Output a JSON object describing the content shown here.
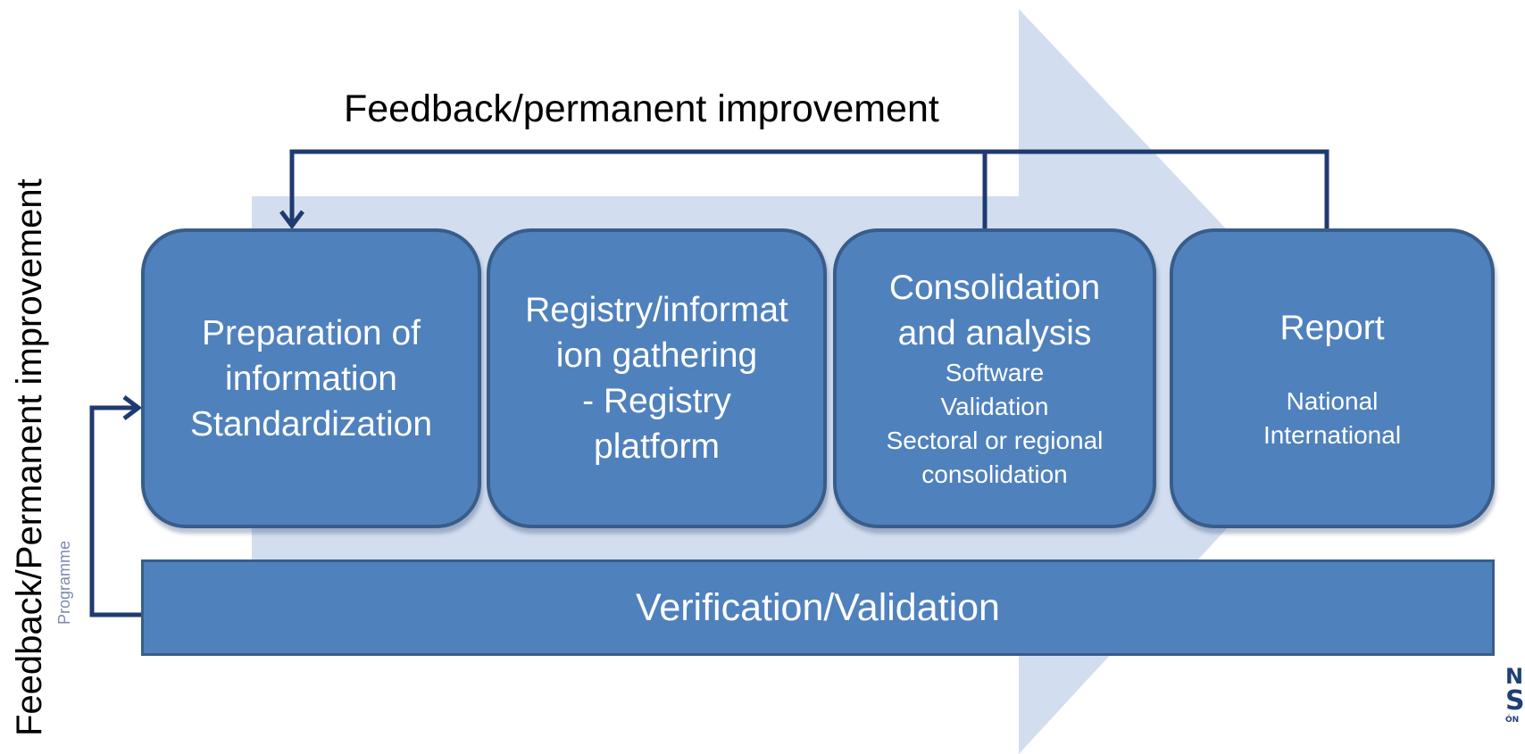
{
  "top_feedback_label": "Feedback/permanent improvement",
  "side_feedback_label": "Feedback/Permanent improvement",
  "side_feedback_ghost": "Programme",
  "boxes": [
    {
      "title_lines": [
        "Preparation of",
        "information",
        "Standardization"
      ],
      "detail_lines": []
    },
    {
      "title_lines": [
        "Registry/informat",
        "ion gathering",
        "- Registry",
        "platform"
      ],
      "detail_lines": []
    },
    {
      "title_lines": [
        "Consolidation",
        "and analysis"
      ],
      "detail_lines": [
        "Software",
        "Validation",
        "Sectoral or regional",
        "consolidation"
      ]
    },
    {
      "title_lines": [
        "Report"
      ],
      "detail_lines": [
        "",
        "National",
        "International"
      ]
    }
  ],
  "verification_bar": "Verification/Validation",
  "logo_text": {
    "line1": "N",
    "line2": "S",
    "line3": "ÓN"
  },
  "colors": {
    "box_fill": "#4f81bd",
    "box_border": "#385d8a",
    "arrow_background": "#d2ddef",
    "connector": "#1f3a70"
  }
}
